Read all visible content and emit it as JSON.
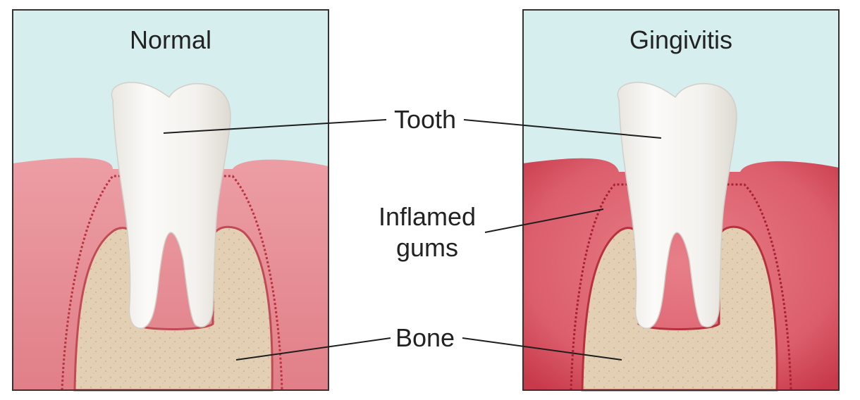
{
  "panels": {
    "left": {
      "title": "Normal"
    },
    "right": {
      "title": "Gingivitis"
    }
  },
  "labels": {
    "tooth": "Tooth",
    "inflamed_line1": "Inflamed",
    "inflamed_line2": "gums",
    "bone": "Bone"
  },
  "colors": {
    "sky": "#d7eeee",
    "gum": "#e58a91",
    "gum_inflamed": "#e0707b",
    "gum_edge": "#b9323d",
    "bone": "#e3cfb3",
    "tooth": "#f3f1ed",
    "frame": "#333333"
  }
}
